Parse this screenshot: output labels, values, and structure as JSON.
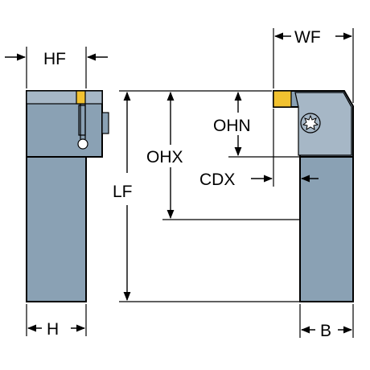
{
  "dimensions": {
    "hf": "HF",
    "h": "H",
    "lf": "LF",
    "ohx": "OHX",
    "ohn": "OHN",
    "cdx": "CDX",
    "wf": "WF",
    "b": "B"
  },
  "colors": {
    "body": "#8aa1b4",
    "body_light": "#a6b7c6",
    "insert": "#f2c230",
    "line": "#000000"
  },
  "icons": {
    "screw": "torx-screw-icon"
  }
}
